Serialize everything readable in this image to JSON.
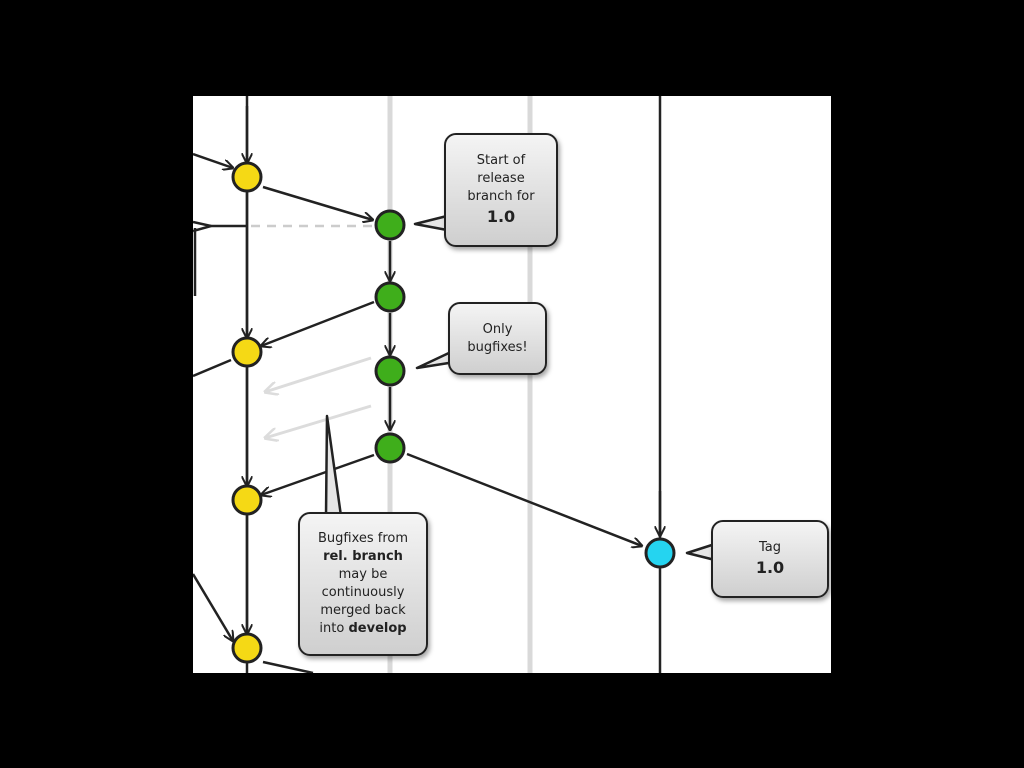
{
  "colors": {
    "background": "#000000",
    "canvas": "#ffffff",
    "develop_commit": "#f5d915",
    "release_commit": "#3fae1b",
    "master_commit": "#25d4f0",
    "line_dark": "#222222",
    "line_faint": "#d9d9d9"
  },
  "callouts": {
    "release_start": {
      "lines": [
        "Start of",
        "release",
        "branch for"
      ],
      "version": "1.0"
    },
    "only_bugfixes": {
      "lines": [
        "Only",
        "bugfixes!"
      ]
    },
    "bugfixes_merged": {
      "line1": "Bugfixes from",
      "line2_bold": "rel. branch",
      "line3": "may be",
      "line4": "continuously",
      "line5": "merged back",
      "line6_prefix": "into",
      "line6_bold": "develop"
    },
    "tag": {
      "label": "Tag",
      "version": "1.0"
    }
  }
}
